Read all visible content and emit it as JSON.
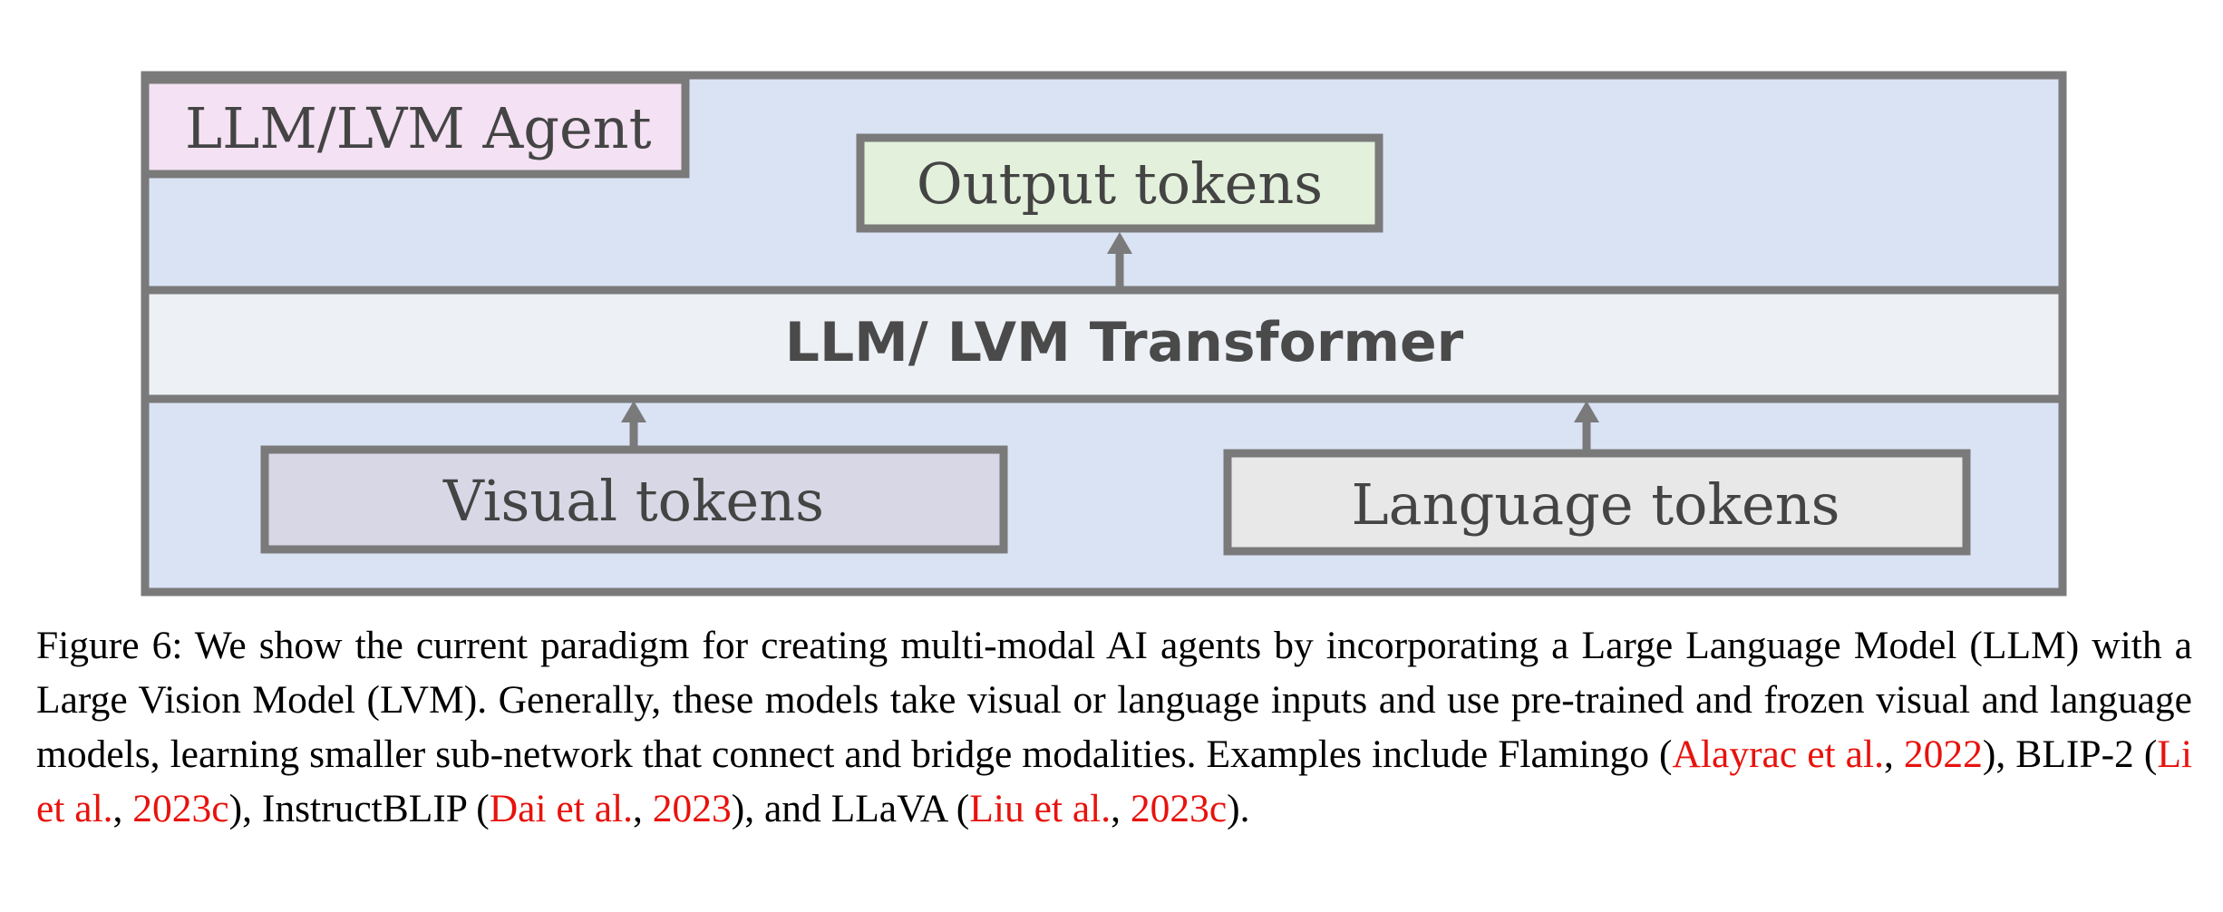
{
  "diagram": {
    "agent_label": "LLM/LVM Agent",
    "output_label": "Output tokens",
    "transformer_label": "LLM/ LVM Transformer",
    "visual_label": "Visual tokens",
    "language_label": "Language tokens",
    "colors": {
      "agent_panel": "#dae3f4",
      "agent_tag": "#f4e1f3",
      "output_box": "#e3f1dc",
      "transformer_band": "#edf0f5",
      "visual_box": "#d7d7e5",
      "language_box": "#e8e8e8",
      "stroke": "#7a7a7a"
    }
  },
  "caption": {
    "figure_label": "Figure 6:",
    "text_1": " We show the current paradigm for creating multi-modal AI agents by incorporating a Large Language Model (LLM) with a Large Vision Model (LVM). Generally, these models take visual or language inputs and use pre-trained and frozen visual and language models, learning smaller sub-network that connect and bridge modalities. Examples include Flamingo (",
    "cite_1_authors": "Alayrac et al.",
    "sep_1": ", ",
    "cite_1_year": "2022",
    "text_2": "), BLIP-2 (",
    "cite_2_authors": "Li et al.",
    "sep_2": ", ",
    "cite_2_year": "2023c",
    "text_3": "), InstructBLIP (",
    "cite_3_authors": "Dai et al.",
    "sep_3": ", ",
    "cite_3_year": "2023",
    "text_4": "), and LLaVA (",
    "cite_4_authors": "Liu et al.",
    "sep_4": ", ",
    "cite_4_year": "2023c",
    "text_5": ")."
  }
}
